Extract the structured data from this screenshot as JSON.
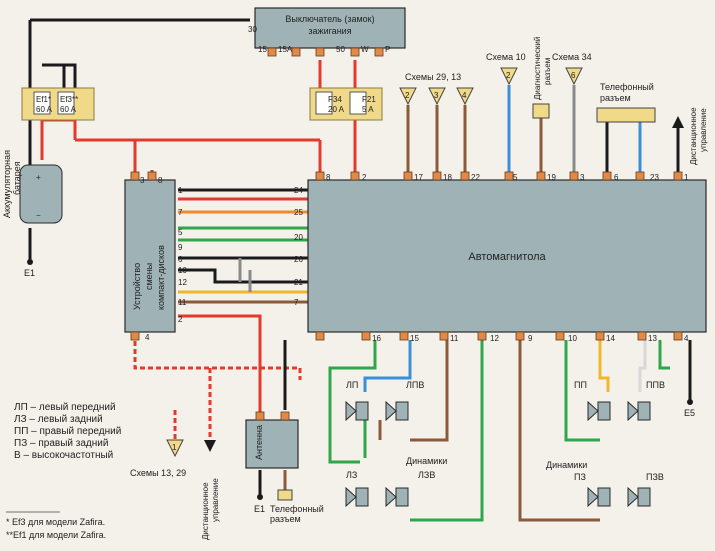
{
  "ignition_switch": {
    "title_line1": "Выключатель (замок)",
    "title_line2": "зажигания",
    "pins": [
      "15",
      "15A",
      "50",
      "W",
      "P"
    ],
    "pin_top": "30"
  },
  "fuses": {
    "ef1_label": "Ef1*",
    "ef1_value": "60 A",
    "ef3_label": "Ef3**",
    "ef3_value": "60 A",
    "f34_label": "F34",
    "f34_value": "20 A",
    "f21_label": "F21",
    "f21_value": "5 A"
  },
  "battery": {
    "label_line1": "Аккумуляторная",
    "label_line2": "батарея",
    "ground": "E1",
    "plus": "+",
    "minus": "−"
  },
  "cd_changer": {
    "label_line1": "Устройство",
    "label_line2": "смены",
    "label_line3": "компакт-дисков",
    "top_pins": [
      "3",
      "8"
    ],
    "side_pins": [
      "1",
      "7",
      "5",
      "6",
      "12",
      "11",
      "9",
      "10",
      "2"
    ],
    "bottom_pin": "4"
  },
  "head_unit": {
    "label": "Автомагнитола",
    "top_pins": [
      "8",
      "2",
      "17",
      "18",
      "22",
      "5",
      "19",
      "3",
      "6",
      "23",
      "1"
    ],
    "left_pins": [
      "24",
      "25",
      "20",
      "26",
      "21",
      "7"
    ],
    "bottom_pins": [
      "16",
      "15",
      "11",
      "12",
      "9",
      "10",
      "14",
      "13",
      "4"
    ]
  },
  "schemes": {
    "s29_13": "Схемы 29, 13",
    "s10": "Схема 10",
    "s34": "Схема 34",
    "s13_29": "Схемы 13, 29",
    "tri_2a": "2",
    "tri_3": "3",
    "tri_4": "4",
    "tri_2b": "2",
    "tri_6": "6",
    "tri_1": "1"
  },
  "diag_label_line1": "Диагностический",
  "diag_label_line2": "разъем",
  "phone_top_line1": "Телефонный",
  "phone_top_line2": "разъем",
  "remote_top_line1": "Дистанционное",
  "remote_top_line2": "управление",
  "remote_bottom_line1": "Дистанционное",
  "remote_bottom_line2": "управление",
  "antenna": "Антенна",
  "phone_bottom_line1": "Телефонный",
  "phone_bottom_line2": "разъем",
  "ground_e1": "E1",
  "ground_e5": "E5",
  "speakers_left": {
    "title": "Динамики",
    "lp": "ЛП",
    "lpv": "ЛПВ",
    "lz": "ЛЗ",
    "lzv": "ЛЗВ"
  },
  "speakers_right": {
    "title": "Динамики",
    "pp": "ПП",
    "ppv": "ППВ",
    "pz": "ПЗ",
    "pzv": "ПЗВ"
  },
  "legend": [
    "ЛП – левый передний",
    "ЛЗ – левый задний",
    "ПП – правый передний",
    "ПЗ – правый задний",
    "В – высокочастотный"
  ],
  "footnotes": [
    "* Ef3 для модели Zafira.",
    "**Ef1 для модели Zafira."
  ]
}
